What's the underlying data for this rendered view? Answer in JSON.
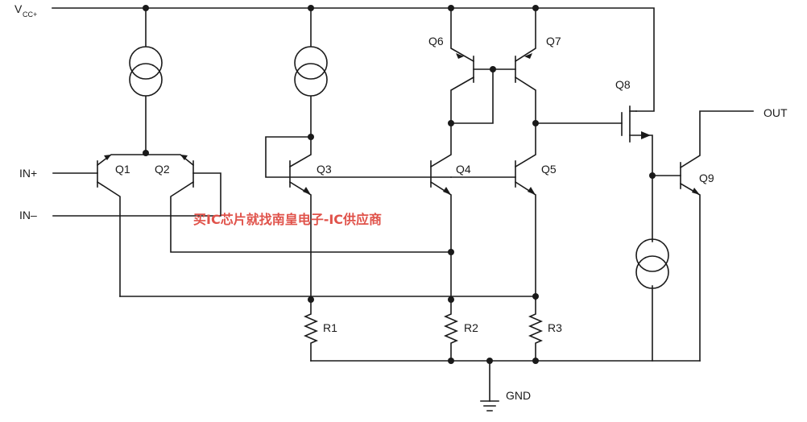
{
  "supply": {
    "label_main": "V",
    "label_sub": "CC+"
  },
  "inputs": {
    "in_plus": "IN+",
    "in_minus": "IN–"
  },
  "output": {
    "label": "OUT"
  },
  "ground": {
    "label": "GND"
  },
  "transistors": {
    "q1": "Q1",
    "q2": "Q2",
    "q3": "Q3",
    "q4": "Q4",
    "q5": "Q5",
    "q6": "Q6",
    "q7": "Q7",
    "q8": "Q8",
    "q9": "Q9"
  },
  "resistors": {
    "r1": "R1",
    "r2": "R2",
    "r3": "R3"
  },
  "watermark": "买IC芯片就找南皇电子-IC供应商",
  "colors": {
    "wire": "#1a1a1a",
    "watermark": "#e0524a",
    "background": "#ffffff"
  }
}
